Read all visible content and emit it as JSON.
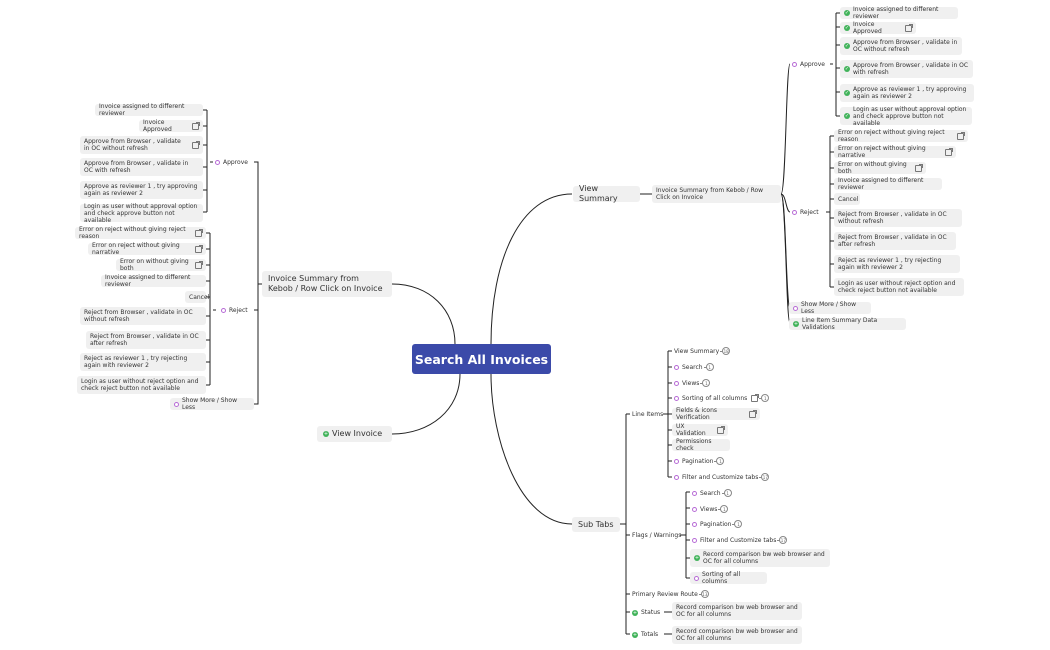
{
  "root": "Search All Invoices",
  "branches": {
    "view_summary": "View Summary",
    "invoice_summary_right": "Invoice Summary from Kebob / Row Click on Invoice",
    "invoice_summary_left": "Invoice Summary from Kebob / Row Click on Invoice",
    "view_invoice": "View Invoice",
    "sub_tabs": "Sub Tabs"
  },
  "approve": {
    "label": "Approve",
    "items": [
      "Invoice assigned to different reviewer",
      "Invoice Approved",
      "Approve from Browser , validate in OC without refresh",
      "Approve from Browser , validate in OC with refresh",
      "Approve as reviewer 1 , try approving again as reviewer 2",
      "Login as user without approval option and check approve button not available"
    ]
  },
  "reject": {
    "label": "Reject",
    "items": [
      "Error on reject without giving reject reason",
      "Error on reject without giving narrative",
      "Error on without giving both",
      "Invoice assigned to different reviewer",
      "Cancel",
      "Reject from Browser , validate in OC without refresh",
      "Reject from Browser , validate in OC after refresh",
      "Reject as reviewer 1 , try rejecting again with reviewer 2",
      "Login as user without reject option and check reject button not available"
    ]
  },
  "show_more": "Show More / Show Less",
  "line_item_summary": "Line Item Summary Data Validations",
  "line_items": {
    "label": "Line Items",
    "items": [
      "View Summary",
      "Search",
      "Views",
      "Sorting of all columns",
      "Fields & icons Verification",
      "UX Validation",
      "Permissions check",
      "Pagination",
      "Filter and Customize tabs"
    ],
    "counts": [
      "18",
      "1",
      "1",
      "1",
      "",
      "",
      "",
      "1",
      "17"
    ]
  },
  "flags": {
    "label": "Flags / Warnings",
    "items": [
      "Search",
      "Views",
      "Pagination",
      "Filter and Customize tabs",
      "Record comparison bw web browser and OC for all columns",
      "Sorting of all columns"
    ],
    "counts": [
      "1",
      "1",
      "1",
      "17",
      "",
      ""
    ]
  },
  "primary_review": {
    "label": "Primary Review Route",
    "count": "13"
  },
  "status": {
    "label": "Status",
    "child": "Record comparison bw web browser and OC for all columns"
  },
  "totals": {
    "label": "Totals",
    "child": "Record comparison bw web browser and OC for all columns"
  },
  "colors": {
    "root": "#3b4aa9",
    "node": "#f0f0f0",
    "purple_icon": "#b76bd6",
    "green_icon": "#41b35a",
    "line": "#222222"
  }
}
